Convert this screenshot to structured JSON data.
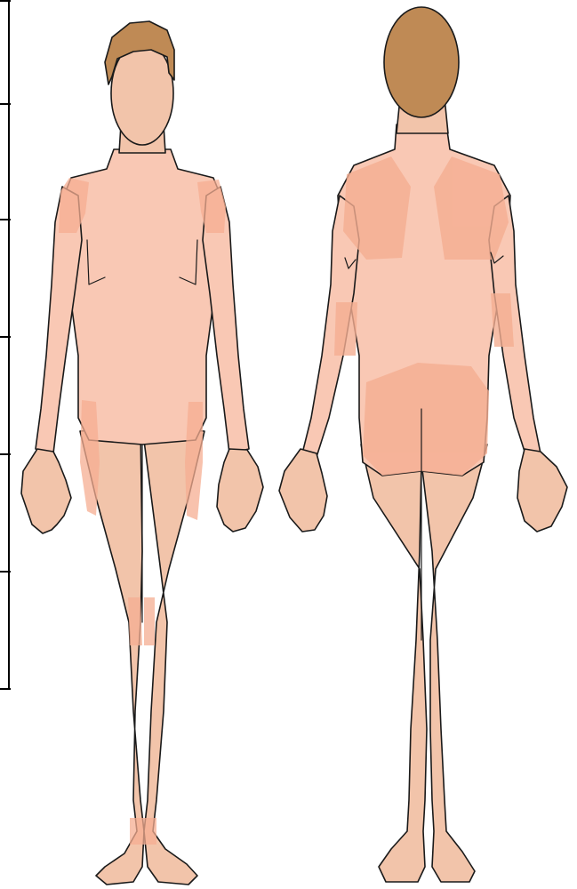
{
  "figure": {
    "views": [
      {
        "id": "front",
        "name": "front-view"
      },
      {
        "id": "back",
        "name": "back-view"
      }
    ]
  },
  "colors": {
    "skin": "#f2c4aa",
    "torso": "#f9c8b4",
    "patch": "#f5ae92",
    "hair": "#bf8a55",
    "outline": "#1a1a1a",
    "background": "#ffffff"
  },
  "table_edge": {
    "rows": 6
  }
}
